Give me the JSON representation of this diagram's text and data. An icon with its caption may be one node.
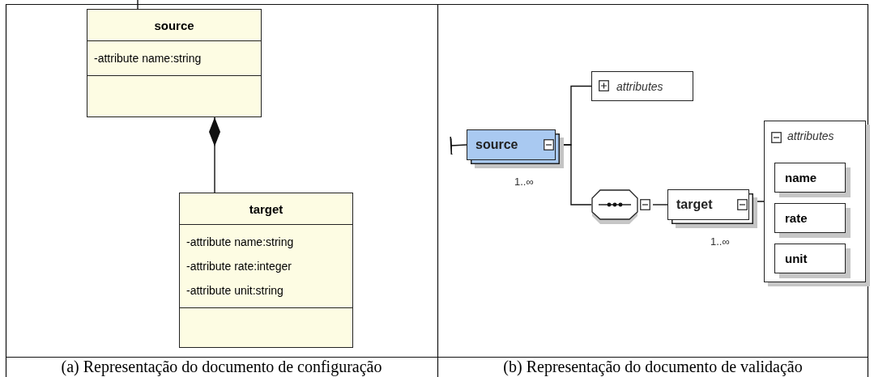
{
  "diagram": {
    "nodes": [
      {
        "text": [
          "source",
          "-attribute name:string"
        ]
      },
      {
        "text": [
          "target",
          "-attribute name:string",
          "-attribute rate:integer",
          "-attribute unit:string"
        ]
      },
      {
        "text": [
          "source"
        ],
        "beside": [
          "1..∞"
        ]
      },
      {
        "text": [
          "attributes"
        ]
      },
      {
        "text": [],
        "shape": "octagon"
      },
      {
        "text": [
          "target"
        ],
        "beside": [
          "1..∞"
        ]
      },
      {
        "text": [
          "attributes"
        ]
      },
      {
        "text": [
          "name"
        ],
        "in": 6
      },
      {
        "text": [
          "rate"
        ],
        "in": 6
      },
      {
        "text": [
          "unit"
        ],
        "in": 6
      }
    ],
    "edges": [
      {
        "from": null,
        "to": 0,
        "arrow": "none"
      },
      {
        "from": 0,
        "to": 1,
        "arrow": "other"
      },
      {
        "from": null,
        "to": 2,
        "arrow": "other"
      },
      {
        "from": 2,
        "to": 3,
        "arrow": "none"
      },
      {
        "from": 2,
        "to": 4,
        "arrow": "none"
      },
      {
        "from": 4,
        "to": 5,
        "arrow": "none"
      },
      {
        "from": 5,
        "to": 6,
        "arrow": "none"
      }
    ],
    "labels": [
      "(a) Representação do documento de configuração",
      "(b) Representação do documento de validação"
    ]
  }
}
